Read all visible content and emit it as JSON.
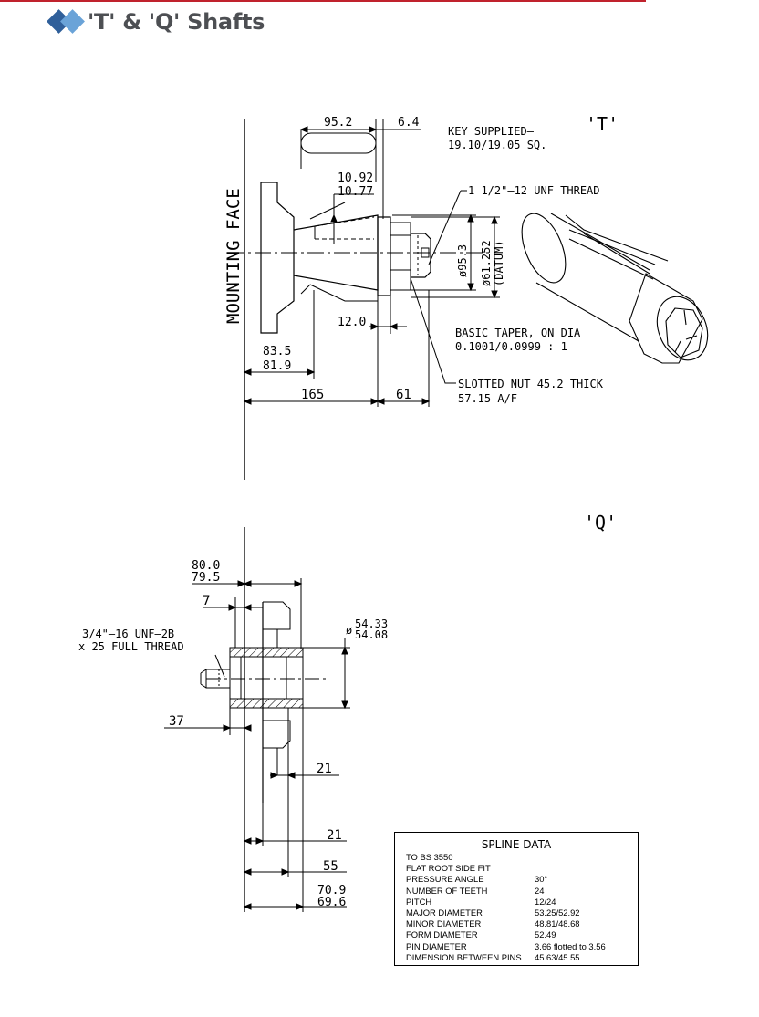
{
  "header": {
    "title": "'T' & 'Q' Shafts"
  },
  "t_view": {
    "label": "'T'",
    "mounting_face": "MOUNTING FACE",
    "dim_95_2": "95.2",
    "dim_6_4": "6.4",
    "key_note_1": "KEY SUPPLIED–",
    "key_note_2": "19.10/19.05 SQ.",
    "dim_10_92": "10.92",
    "dim_10_77": "10.77",
    "thread_note": "1 1/2\"–12 UNF THREAD",
    "dia_95_3": "ø95.3",
    "dia_61_252": "ø61.252",
    "datum": "(DATUM)",
    "dim_12_0": "12.0",
    "taper_note_1": "BASIC TAPER, ON DIA",
    "taper_note_2": "0.1001/0.0999 : 1",
    "dim_83_5": "83.5",
    "dim_81_9": "81.9",
    "nut_note_1": "SLOTTED NUT 45.2 THICK",
    "nut_note_2": "57.15 A/F",
    "dim_165": "165",
    "dim_61": "61"
  },
  "q_view": {
    "label": "'Q'",
    "dim_80_0": "80.0",
    "dim_79_5": "79.5",
    "dim_7": "7",
    "thread_note_1": "3/4\"–16 UNF–2B",
    "thread_note_2": "x 25 FULL THREAD",
    "dia_prefix": "ø",
    "dia_54_33": "54.33",
    "dia_54_08": "54.08",
    "dim_37": "37",
    "dim_21_a": "21",
    "dim_21_b": "21",
    "dim_55": "55",
    "dim_70_9": "70.9",
    "dim_69_6": "69.6"
  },
  "spline": {
    "title": "SPLINE DATA",
    "rows": [
      {
        "label": "TO BS 3550",
        "value": ""
      },
      {
        "label": "FLAT ROOT SIDE FIT",
        "value": ""
      },
      {
        "label": "PRESSURE ANGLE",
        "value": "30°"
      },
      {
        "label": "NUMBER OF TEETH",
        "value": "24"
      },
      {
        "label": "PITCH",
        "value": "12/24"
      },
      {
        "label": "MAJOR DIAMETER",
        "value": "53.25/52.92"
      },
      {
        "label": "MINOR DIAMETER",
        "value": "48.81/48.68"
      },
      {
        "label": "FORM DIAMETER",
        "value": "52.49"
      },
      {
        "label": "PIN DIAMETER",
        "value": "3.66 flotted to 3.56"
      },
      {
        "label": "DIMENSION BETWEEN PINS",
        "value": "45.63/45.55"
      }
    ]
  }
}
